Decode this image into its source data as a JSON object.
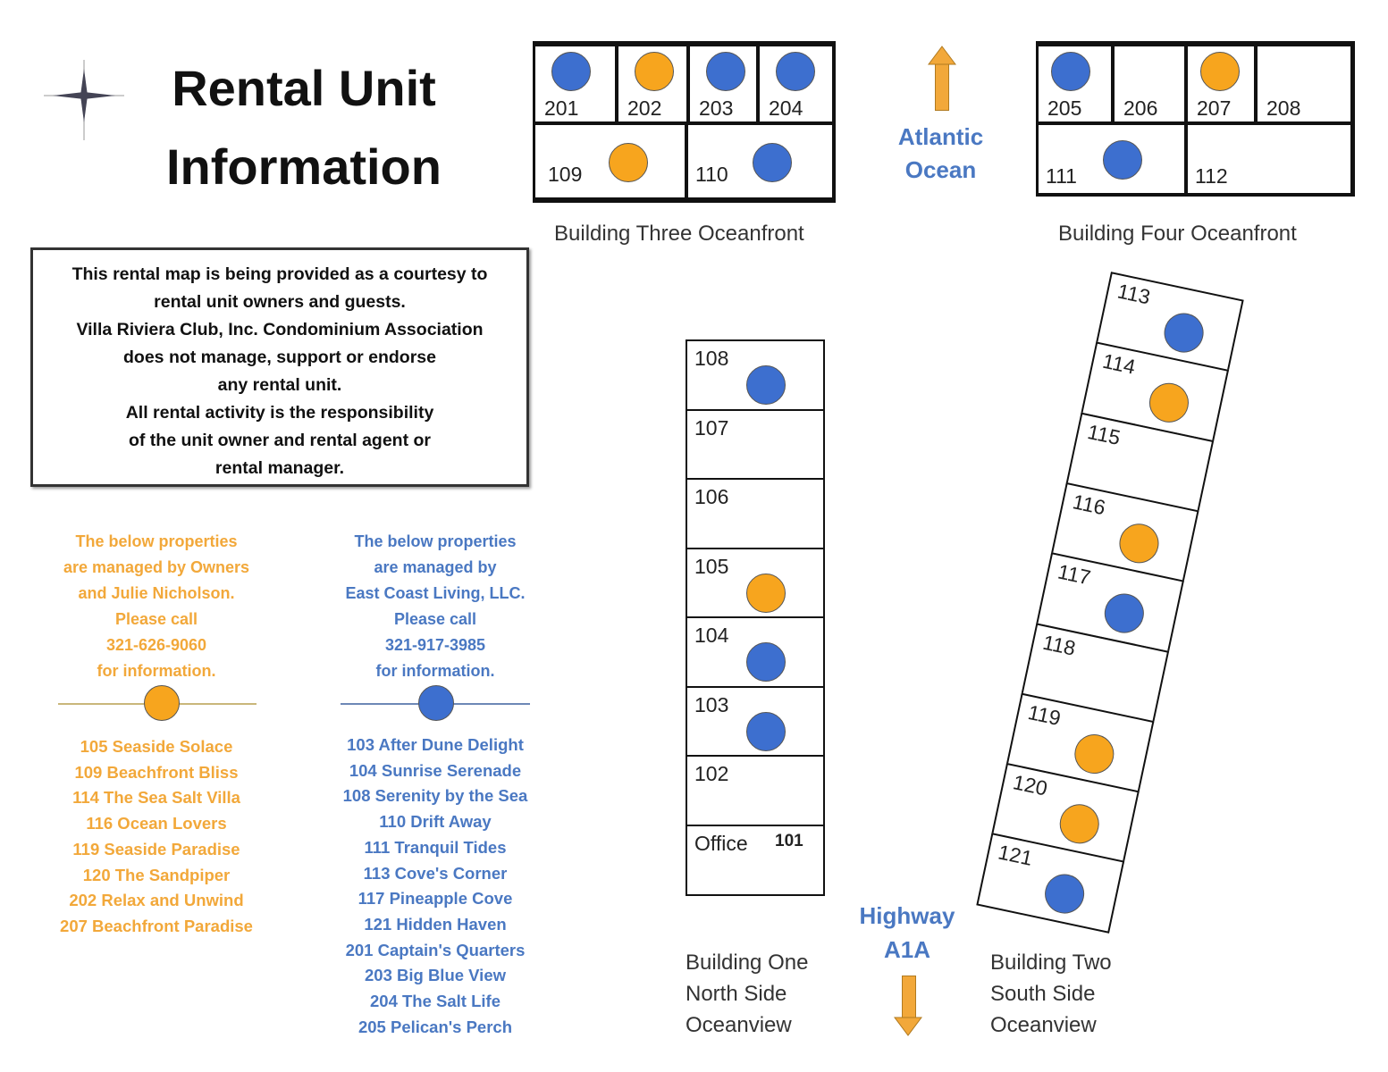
{
  "title_line1": "Rental Unit",
  "title_line2": "Information",
  "notice": [
    "This rental map is being provided as a courtesy to",
    "rental unit owners and guests.",
    "Villa Riviera Club, Inc. Condominium Association",
    "does not manage, support or endorse",
    "any rental unit.",
    "All rental activity is the responsibility",
    "of the unit owner and rental agent or",
    "rental manager."
  ],
  "colors": {
    "orange": "#f7a51e",
    "blue": "#3d6fcf",
    "orange_text": "#f2a83a",
    "blue_text": "#4a78c2"
  },
  "managers": [
    {
      "color": "orange",
      "info": [
        "The below properties",
        "are managed by Owners",
        "and Julie Nicholson.",
        "Please call",
        "321-626-9060",
        "for information."
      ],
      "properties": [
        "105 Seaside Solace",
        "109 Beachfront Bliss",
        "114 The Sea Salt Villa",
        "116 Ocean Lovers",
        "119 Seaside Paradise",
        "120 The Sandpiper",
        "202 Relax and Unwind",
        "207 Beachfront Paradise"
      ]
    },
    {
      "color": "blue",
      "info": [
        "The below properties",
        "are managed by",
        "East Coast Living, LLC.",
        "Please call",
        "321-917-3985",
        "for information."
      ],
      "properties": [
        "103 After Dune Delight",
        "104 Sunrise Serenade",
        "108 Serenity by the Sea",
        "110 Drift Away",
        "111 Tranquil Tides",
        "113 Cove's Corner",
        "117 Pineapple Cove",
        "121 Hidden Haven",
        "201 Captain's Quarters",
        "203 Big Blue View",
        "204 The Salt Life",
        "205 Pelican's Perch"
      ]
    }
  ],
  "ocean_label": [
    "Atlantic",
    "Ocean"
  ],
  "highway_label": [
    "Highway",
    "A1A"
  ],
  "buildings": {
    "three": {
      "label": "Building Three Oceanfront",
      "top": [
        {
          "unit": "201",
          "m": "blue"
        },
        {
          "unit": "202",
          "m": "orange"
        },
        {
          "unit": "203",
          "m": "blue"
        },
        {
          "unit": "204",
          "m": "blue"
        }
      ],
      "bottom": [
        {
          "unit": "109",
          "m": "orange"
        },
        {
          "unit": "110",
          "m": "blue"
        }
      ]
    },
    "four": {
      "label": "Building Four Oceanfront",
      "top": [
        {
          "unit": "205",
          "m": "blue"
        },
        {
          "unit": "206",
          "m": ""
        },
        {
          "unit": "207",
          "m": "orange"
        },
        {
          "unit": "208",
          "m": ""
        }
      ],
      "bottom": [
        {
          "unit": "111",
          "m": "blue"
        },
        {
          "unit": "112",
          "m": ""
        }
      ]
    },
    "one": {
      "label": [
        "Building One",
        "North Side",
        "Oceanview"
      ],
      "units": [
        {
          "unit": "108",
          "m": "blue"
        },
        {
          "unit": "107",
          "m": ""
        },
        {
          "unit": "106",
          "m": ""
        },
        {
          "unit": "105",
          "m": "orange"
        },
        {
          "unit": "104",
          "m": "blue"
        },
        {
          "unit": "103",
          "m": "blue"
        },
        {
          "unit": "102",
          "m": ""
        },
        {
          "unit": "Office",
          "extra": "101",
          "m": ""
        }
      ]
    },
    "two": {
      "label": [
        "Building Two",
        "South Side",
        "Oceanview"
      ],
      "units": [
        {
          "unit": "113",
          "m": "blue"
        },
        {
          "unit": "114",
          "m": "orange"
        },
        {
          "unit": "115",
          "m": ""
        },
        {
          "unit": "116",
          "m": "orange"
        },
        {
          "unit": "117",
          "m": "blue"
        },
        {
          "unit": "118",
          "m": ""
        },
        {
          "unit": "119",
          "m": "orange"
        },
        {
          "unit": "120",
          "m": "orange"
        },
        {
          "unit": "121",
          "m": "blue"
        }
      ]
    }
  }
}
